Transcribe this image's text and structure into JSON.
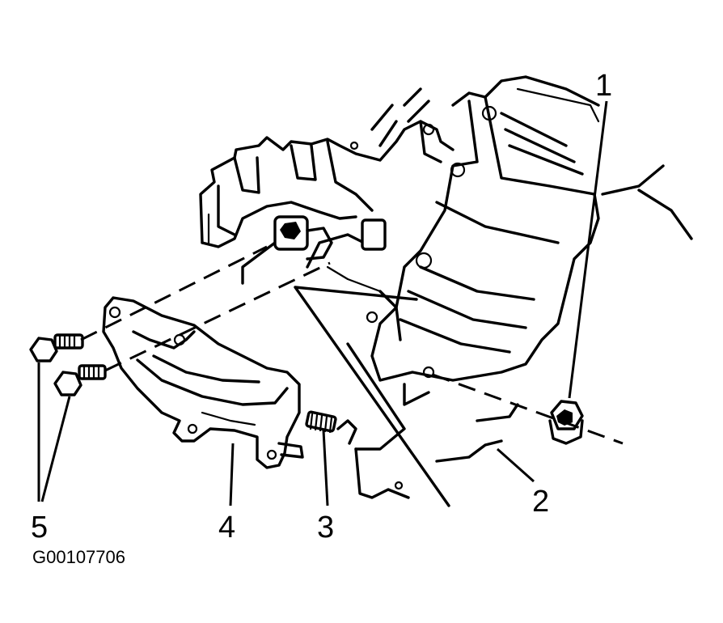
{
  "callouts": [
    {
      "id": "1",
      "text": "1"
    },
    {
      "id": "2",
      "text": "2"
    },
    {
      "id": "3",
      "text": "3"
    },
    {
      "id": "4",
      "text": "4"
    },
    {
      "id": "5",
      "text": "5"
    }
  ],
  "figure_id": "G00107706"
}
